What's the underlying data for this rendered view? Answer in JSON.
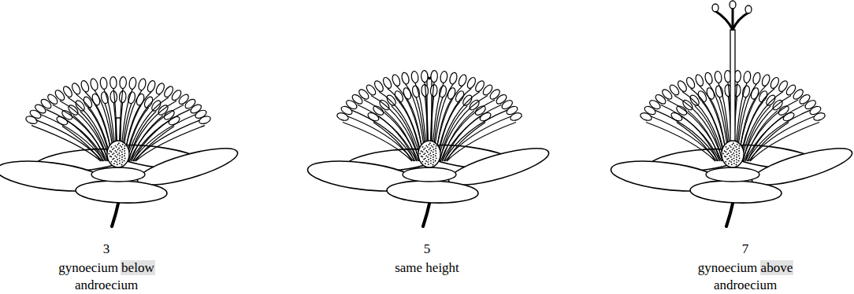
{
  "diagram": {
    "labels": [
      "3",
      "gynoecium below androecium",
      "5",
      "same height",
      "7",
      "gynoecium above androecium"
    ]
  }
}
